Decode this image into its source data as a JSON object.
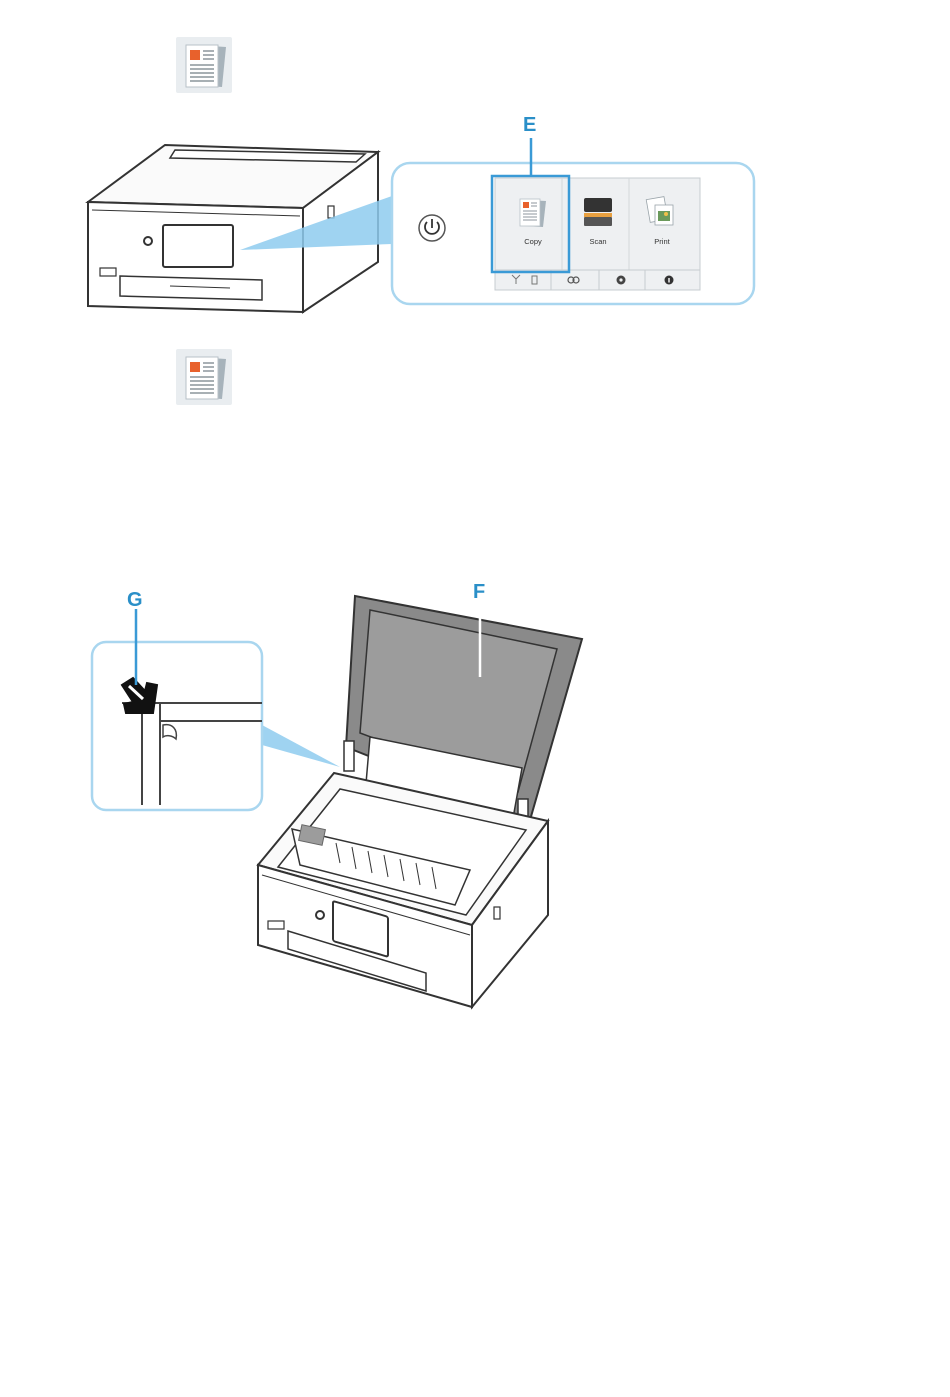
{
  "callouts": {
    "e": "E",
    "f": "F",
    "g": "G"
  },
  "panel": {
    "buttons": [
      {
        "label": "Copy",
        "icon": "copy-icon"
      },
      {
        "label": "Scan",
        "icon": "scan-icon"
      },
      {
        "label": "Print",
        "icon": "print-icon"
      }
    ],
    "power_icon": "power-icon",
    "bottom_icons": [
      "wireless-icon",
      "network-icon",
      "settings-icon",
      "info-icon"
    ]
  },
  "colors": {
    "accent": "#2a8fc8",
    "callout_border": "#a9d6ef",
    "highlight_border": "#3a9ad6",
    "panel_bg": "#eef0f2",
    "beam": "#8ecbee"
  }
}
